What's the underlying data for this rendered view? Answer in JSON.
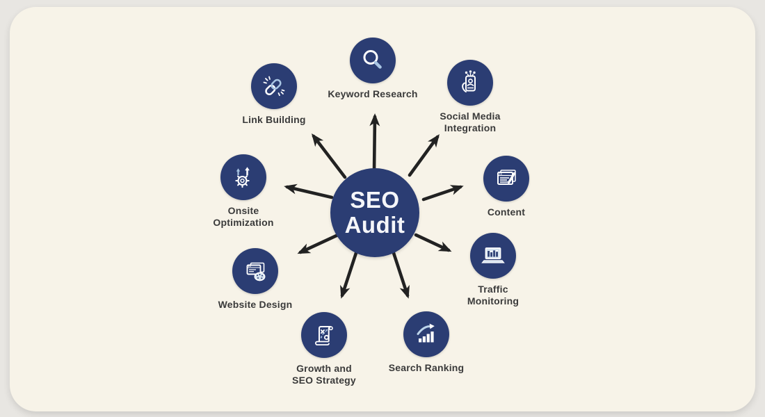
{
  "diagram": {
    "title": "SEO Audit mind map",
    "hub": {
      "label": "SEO\nAudit"
    },
    "nodes": [
      {
        "id": "keyword-research",
        "label": "Keyword Research",
        "icon": "magnifier-icon"
      },
      {
        "id": "link-building",
        "label": "Link Building",
        "icon": "chain-link-icon"
      },
      {
        "id": "social-media-integration",
        "label": "Social Media\nIntegration",
        "icon": "phone-in-hand-icon"
      },
      {
        "id": "onsite-optimization",
        "label": "Onsite\nOptimization",
        "icon": "gear-up-arrows-icon"
      },
      {
        "id": "content",
        "label": "Content",
        "icon": "document-pencil-icon"
      },
      {
        "id": "website-design",
        "label": "Website Design",
        "icon": "browser-palette-icon"
      },
      {
        "id": "traffic-monitoring",
        "label": "Traffic\nMonitoring",
        "icon": "laptop-bar-chart-icon"
      },
      {
        "id": "growth-seo-strategy",
        "label": "Growth and\nSEO Strategy",
        "icon": "strategy-scroll-icon"
      },
      {
        "id": "search-ranking",
        "label": "Search Ranking",
        "icon": "rising-bars-arrow-icon"
      }
    ],
    "colors": {
      "node_fill": "#2b3d73",
      "icon_accent_light": "#a9c6e4",
      "icon_accent_pale": "#d6e4f0",
      "arrow": "#222222",
      "card_bg": "#f7f3e8",
      "page_bg": "#e8e6e2",
      "label_text": "#3a3a3a",
      "hub_text": "#f5f6fa"
    }
  }
}
